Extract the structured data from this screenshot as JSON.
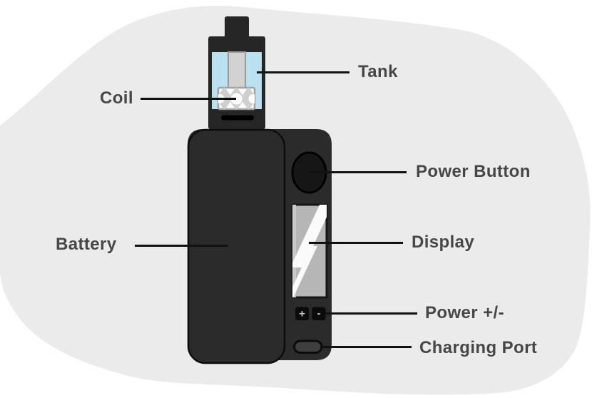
{
  "labels": {
    "tank": "Tank",
    "coil": "Coil",
    "power_button": "Power Button",
    "battery": "Battery",
    "display": "Display",
    "power_adjust": "Power +/-",
    "charging_port": "Charging Port"
  },
  "device": {
    "power_plus_glyph": "+",
    "power_minus_glyph": "-",
    "parts": [
      "drip-tip",
      "tank",
      "coil",
      "airflow-slot",
      "battery-body",
      "power-button",
      "display",
      "power-adjust-buttons",
      "charging-port"
    ]
  },
  "colors": {
    "background_blob": "#ebebeb",
    "device_body": "#2b2b2b",
    "device_dark_trim": "#262626",
    "tank_liquid": "#b9e1f0",
    "display_screen": "#b6b6b6",
    "coil_metal": "#cfcfcf",
    "label_text": "#474747",
    "leader_line": "#111111"
  }
}
